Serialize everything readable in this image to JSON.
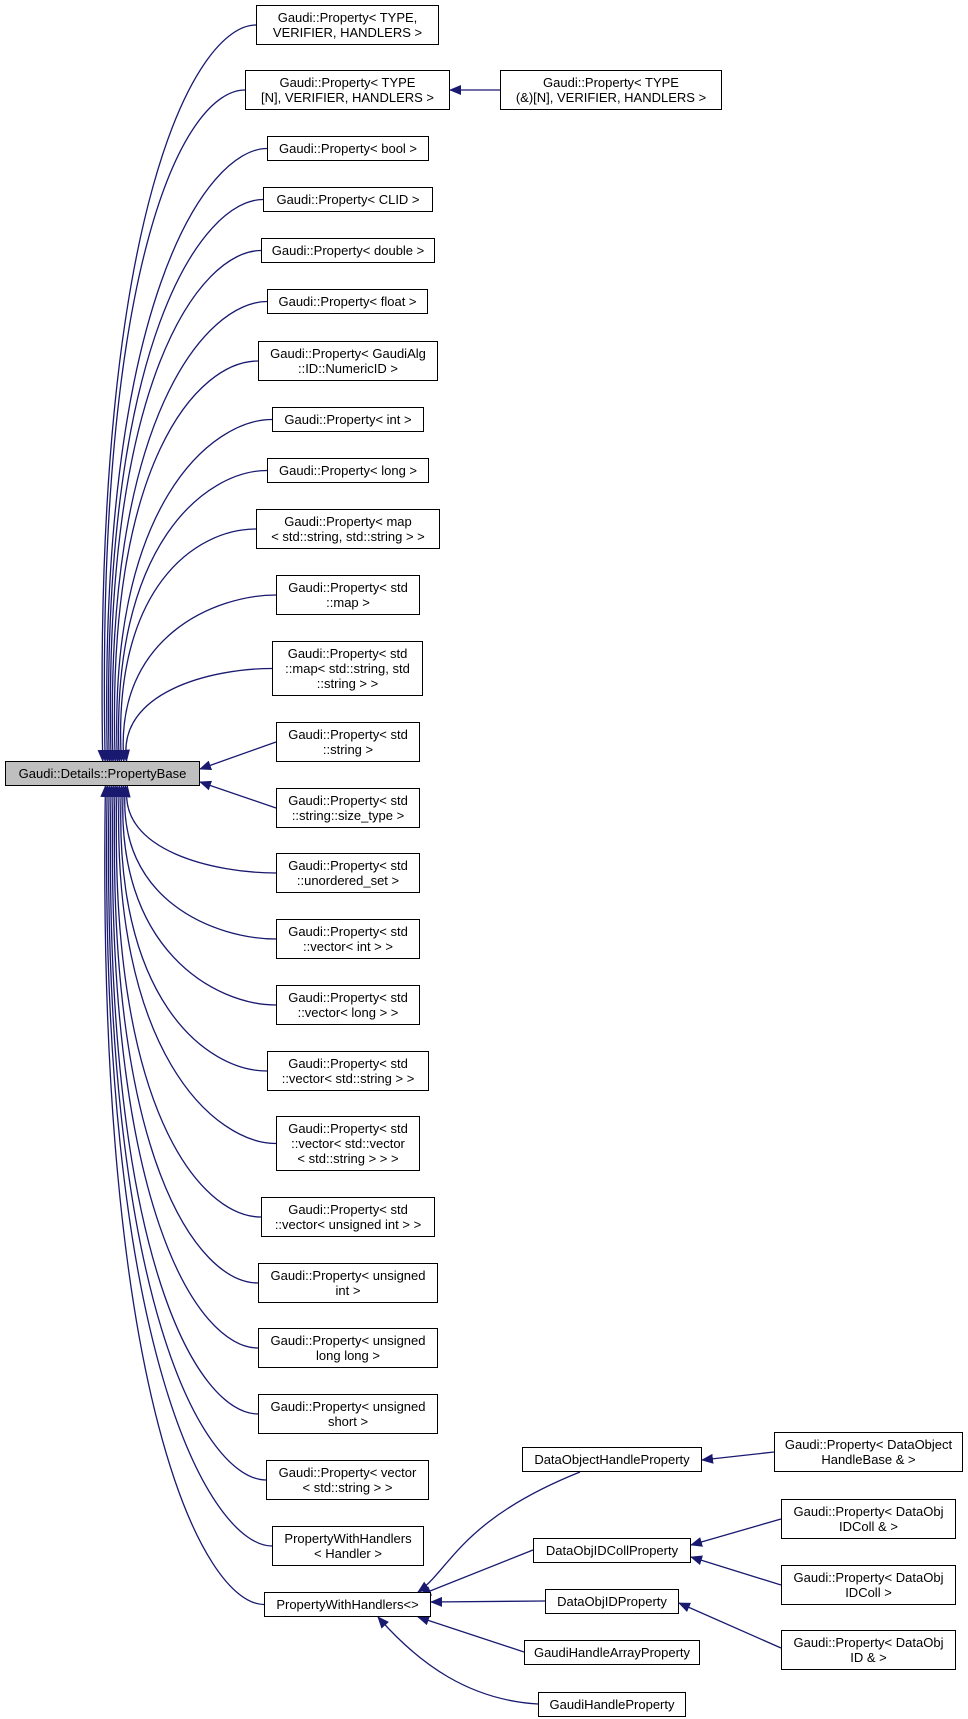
{
  "diagram": {
    "colors": {
      "edge": "#191970",
      "root_fill": "#bfbfbf",
      "node_fill": "#ffffff",
      "border": "#000000"
    },
    "nodes": [
      {
        "id": "root",
        "name": "node-propertybase",
        "lines": [
          "Gaudi::Details::PropertyBase"
        ],
        "root": true
      },
      {
        "id": "n1",
        "name": "node-property-type",
        "lines": [
          "Gaudi::Property< TYPE,",
          "VERIFIER, HANDLERS >"
        ]
      },
      {
        "id": "n2",
        "name": "node-property-type-array",
        "lines": [
          "Gaudi::Property< TYPE",
          "[N], VERIFIER, HANDLERS >"
        ]
      },
      {
        "id": "n2b",
        "name": "node-property-type-array-ref",
        "lines": [
          "Gaudi::Property< TYPE",
          "(&)[N], VERIFIER, HANDLERS >"
        ]
      },
      {
        "id": "n3",
        "name": "node-property-bool",
        "lines": [
          "Gaudi::Property< bool >"
        ]
      },
      {
        "id": "n4",
        "name": "node-property-clid",
        "lines": [
          "Gaudi::Property< CLID >"
        ]
      },
      {
        "id": "n5",
        "name": "node-property-double",
        "lines": [
          "Gaudi::Property< double >"
        ]
      },
      {
        "id": "n6",
        "name": "node-property-float",
        "lines": [
          "Gaudi::Property< float >"
        ]
      },
      {
        "id": "n7",
        "name": "node-property-numericid",
        "lines": [
          "Gaudi::Property< GaudiAlg",
          "::ID::NumericID >"
        ]
      },
      {
        "id": "n8",
        "name": "node-property-int",
        "lines": [
          "Gaudi::Property< int >"
        ]
      },
      {
        "id": "n9",
        "name": "node-property-long",
        "lines": [
          "Gaudi::Property< long >"
        ]
      },
      {
        "id": "n10",
        "name": "node-property-map-string-string",
        "lines": [
          "Gaudi::Property< map",
          "< std::string, std::string > >"
        ]
      },
      {
        "id": "n11",
        "name": "node-property-std-map",
        "lines": [
          "Gaudi::Property< std",
          "::map >"
        ]
      },
      {
        "id": "n12",
        "name": "node-property-std-map-string",
        "lines": [
          "Gaudi::Property< std",
          "::map< std::string, std",
          "::string > >"
        ]
      },
      {
        "id": "n13",
        "name": "node-property-std-string",
        "lines": [
          "Gaudi::Property< std",
          "::string >"
        ]
      },
      {
        "id": "n14",
        "name": "node-property-size-type",
        "lines": [
          "Gaudi::Property< std",
          "::string::size_type >"
        ]
      },
      {
        "id": "n15",
        "name": "node-property-unordered-set",
        "lines": [
          "Gaudi::Property< std",
          "::unordered_set >"
        ]
      },
      {
        "id": "n16",
        "name": "node-property-vector-int",
        "lines": [
          "Gaudi::Property< std",
          "::vector< int > >"
        ]
      },
      {
        "id": "n17",
        "name": "node-property-vector-long",
        "lines": [
          "Gaudi::Property< std",
          "::vector< long > >"
        ]
      },
      {
        "id": "n18",
        "name": "node-property-vector-string",
        "lines": [
          "Gaudi::Property< std",
          "::vector< std::string > >"
        ]
      },
      {
        "id": "n19",
        "name": "node-property-vector-vector-string",
        "lines": [
          "Gaudi::Property< std",
          "::vector< std::vector",
          "< std::string > > >"
        ]
      },
      {
        "id": "n20",
        "name": "node-property-vector-unsigned-int",
        "lines": [
          "Gaudi::Property< std",
          "::vector< unsigned int > >"
        ]
      },
      {
        "id": "n21",
        "name": "node-property-unsigned-int",
        "lines": [
          "Gaudi::Property< unsigned",
          "int >"
        ]
      },
      {
        "id": "n22",
        "name": "node-property-unsigned-long-long",
        "lines": [
          "Gaudi::Property< unsigned",
          "long long >"
        ]
      },
      {
        "id": "n23",
        "name": "node-property-unsigned-short",
        "lines": [
          "Gaudi::Property< unsigned",
          "short >"
        ]
      },
      {
        "id": "n24",
        "name": "node-property-vector-std-string",
        "lines": [
          "Gaudi::Property< vector",
          "< std::string > >"
        ]
      },
      {
        "id": "n25",
        "name": "node-propertywithhandlers-handler",
        "lines": [
          "PropertyWithHandlers",
          "< Handler >"
        ]
      },
      {
        "id": "n26",
        "name": "node-propertywithhandlers",
        "lines": [
          "PropertyWithHandlers<>"
        ]
      },
      {
        "id": "c1",
        "name": "node-dataobjecthandleproperty",
        "lines": [
          "DataObjectHandleProperty"
        ]
      },
      {
        "id": "c2",
        "name": "node-dataobjidcollproperty",
        "lines": [
          "DataObjIDCollProperty"
        ]
      },
      {
        "id": "c3",
        "name": "node-dataobjidproperty",
        "lines": [
          "DataObjIDProperty"
        ]
      },
      {
        "id": "c4",
        "name": "node-gaudihandlearrayproperty",
        "lines": [
          "GaudiHandleArrayProperty"
        ]
      },
      {
        "id": "c5",
        "name": "node-gaudihandleproperty",
        "lines": [
          "GaudiHandleProperty"
        ]
      },
      {
        "id": "g1",
        "name": "node-property-dataobjecthandlebase-ref",
        "lines": [
          "Gaudi::Property< DataObject",
          "HandleBase & >"
        ]
      },
      {
        "id": "g2",
        "name": "node-property-dataobjidcoll-ref",
        "lines": [
          "Gaudi::Property< DataObj",
          "IDColl & >"
        ]
      },
      {
        "id": "g3",
        "name": "node-property-dataobjidcoll",
        "lines": [
          "Gaudi::Property< DataObj",
          "IDColl >"
        ]
      },
      {
        "id": "g4",
        "name": "node-property-dataobjid-ref",
        "lines": [
          "Gaudi::Property< DataObj",
          "ID & >"
        ]
      }
    ]
  }
}
